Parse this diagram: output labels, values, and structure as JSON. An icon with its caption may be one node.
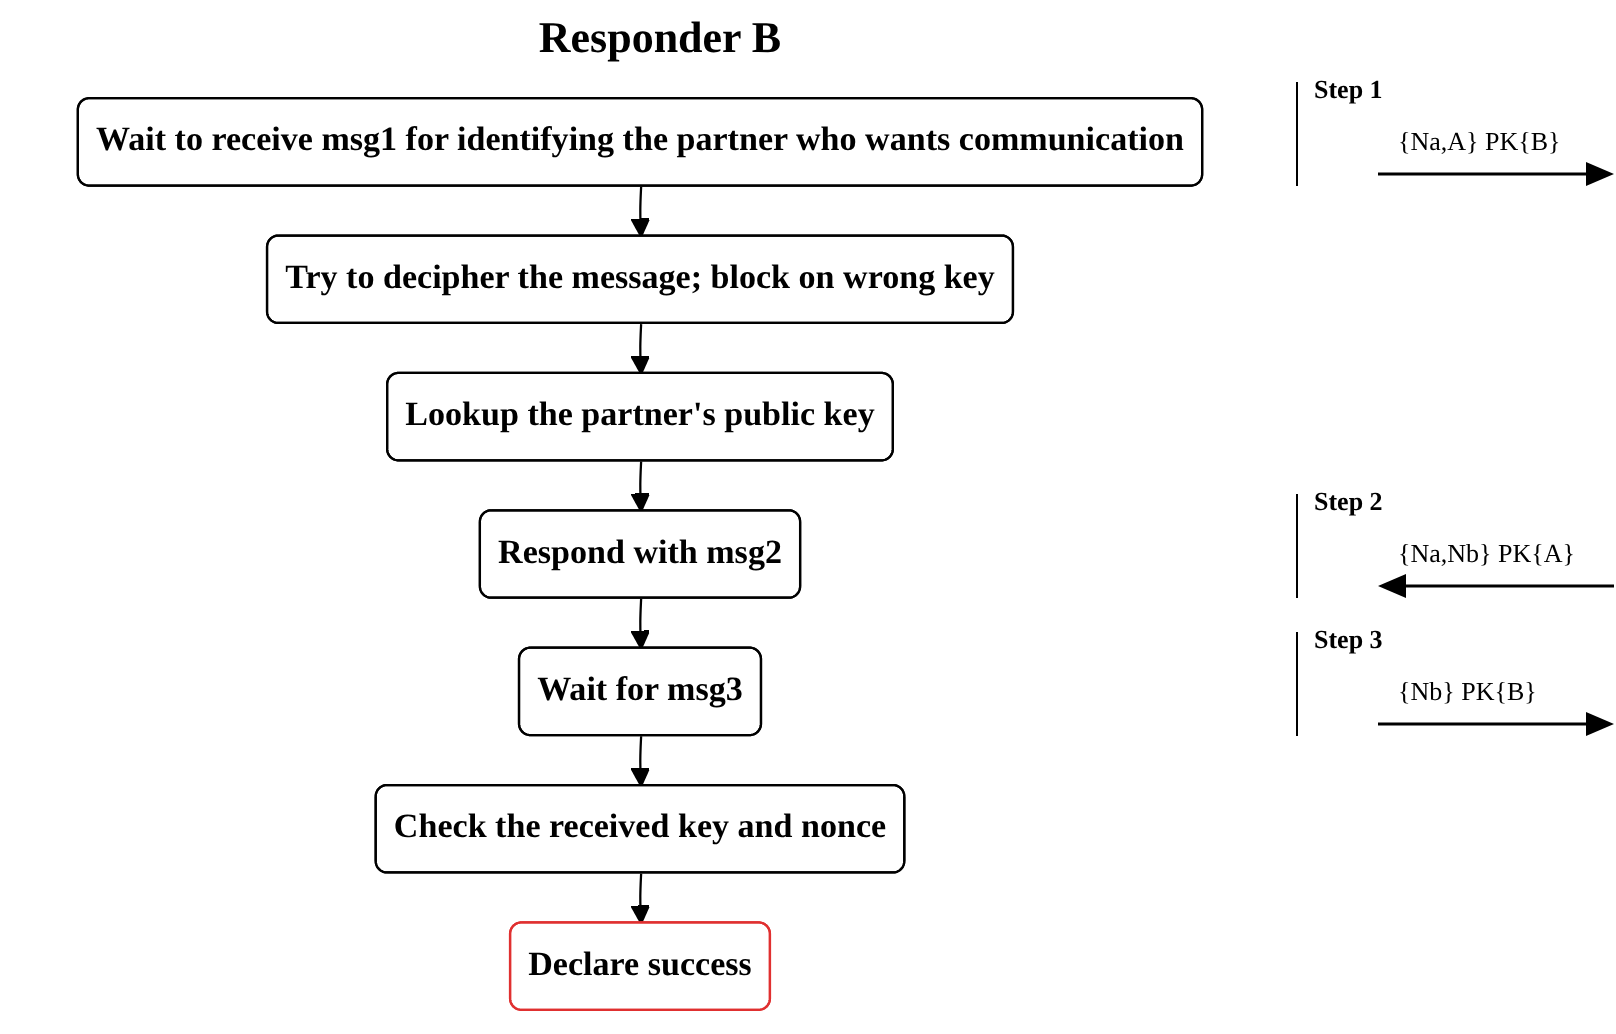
{
  "diagram": {
    "title": "Responder B",
    "nodes": [
      {
        "text": [
          "Wait to receive msg1 for identifying the partner who wants communication"
        ]
      },
      {
        "text": [
          "Try to decipher the message; block on wrong key"
        ]
      },
      {
        "text": [
          "Lookup the partner's public key"
        ]
      },
      {
        "text": [
          "Respond with msg2"
        ]
      },
      {
        "text": [
          "Wait for msg3"
        ]
      },
      {
        "text": [
          "Check the received key and nonce"
        ]
      },
      {
        "text": [
          "Declare success"
        ]
      }
    ],
    "edges": [
      {
        "from": 0,
        "to": 1,
        "arrow": "to"
      },
      {
        "from": 1,
        "to": 2,
        "arrow": "to"
      },
      {
        "from": 2,
        "to": 3,
        "arrow": "to"
      },
      {
        "from": 3,
        "to": 4,
        "arrow": "to"
      },
      {
        "from": 4,
        "to": 5,
        "arrow": "to"
      },
      {
        "from": 5,
        "to": 6,
        "arrow": "to"
      }
    ],
    "labels": [
      "Step 1",
      "{Na,A} PK{B}",
      "Step 2",
      "{Na,Nb} PK{A}",
      "Step 3",
      "{Nb} PK{B}"
    ]
  }
}
